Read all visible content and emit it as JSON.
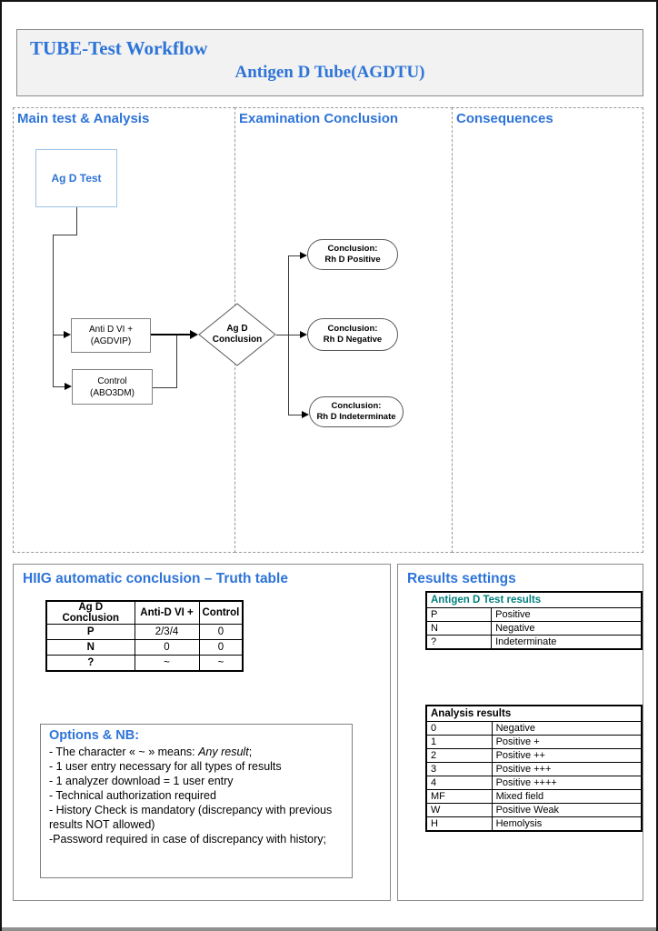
{
  "colors": {
    "accent_blue": "#2e74d8",
    "teal_header": "#00807d"
  },
  "header": {
    "title": "TUBE-Test Workflow",
    "subtitle": "Antigen D Tube(AGDTU)"
  },
  "columns": {
    "col1": "Main test & Analysis",
    "col2": "Examination Conclusion",
    "col3": "Consequences"
  },
  "flowchart": {
    "start_box": "Ag D Test",
    "test_box": {
      "line1": "Anti D VI +",
      "line2": "(AGDVIP)"
    },
    "control_box": {
      "line1": "Control",
      "line2": "(ABO3DM)"
    },
    "decision": {
      "line1": "Ag D",
      "line2": "Conclusion"
    },
    "conclusion_positive": {
      "line1": "Conclusion:",
      "line2": "Rh D Positive"
    },
    "conclusion_negative": {
      "line1": "Conclusion:",
      "line2": "Rh D Negative"
    },
    "conclusion_indeterminate": {
      "line1": "Conclusion:",
      "line2": "Rh D Indeterminate"
    }
  },
  "truth_section": {
    "title": "HIIG automatic conclusion – Truth table",
    "table": {
      "headers": [
        "Ag D Conclusion",
        "Anti-D VI +",
        "Control"
      ],
      "rows": [
        [
          "P",
          "2/3/4",
          "0"
        ],
        [
          "N",
          "0",
          "0"
        ],
        [
          "?",
          "~",
          "~"
        ]
      ]
    },
    "options": {
      "title": "Options & NB:",
      "first_item_prefix": "- The character « ~ » means: ",
      "first_item_italic": "Any result",
      "first_item_suffix": ";",
      "items": [
        "- 1 user entry necessary for all types of results",
        "- 1 analyzer download = 1 user entry",
        "- Technical authorization required",
        "- History Check is mandatory (discrepancy with previous results NOT allowed)",
        "-Password required in case of discrepancy with history;"
      ]
    }
  },
  "results_section": {
    "title": "Results settings",
    "antigen_table": {
      "header": "Antigen D Test results",
      "rows": [
        [
          "P",
          "Positive"
        ],
        [
          "N",
          "Negative"
        ],
        [
          "?",
          "Indeterminate"
        ]
      ]
    },
    "analysis_table": {
      "header": "Analysis results",
      "rows": [
        [
          "0",
          "Negative"
        ],
        [
          "1",
          "Positive +"
        ],
        [
          "2",
          "Positive ++"
        ],
        [
          "3",
          "Positive +++"
        ],
        [
          "4",
          "Positive ++++"
        ],
        [
          "MF",
          "Mixed field"
        ],
        [
          "W",
          "Positive Weak"
        ],
        [
          "H",
          "Hemolysis"
        ]
      ]
    }
  }
}
